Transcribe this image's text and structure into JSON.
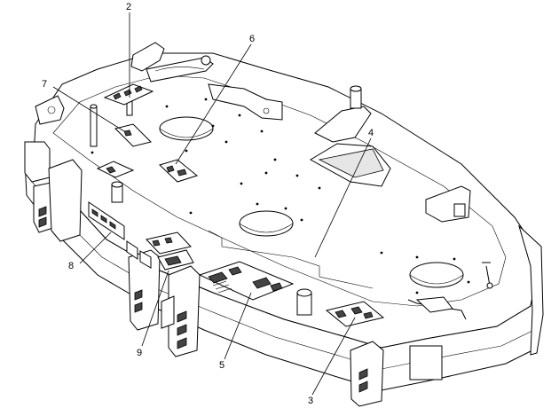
{
  "callouts": [
    {
      "id": "c1",
      "label": "2"
    },
    {
      "id": "c2",
      "label": "6"
    },
    {
      "id": "c3",
      "label": "7"
    },
    {
      "id": "c4",
      "label": "4"
    },
    {
      "id": "c5",
      "label": "8"
    },
    {
      "id": "c6",
      "label": "9"
    },
    {
      "id": "c7",
      "label": "5"
    },
    {
      "id": "c8",
      "label": "3"
    }
  ]
}
